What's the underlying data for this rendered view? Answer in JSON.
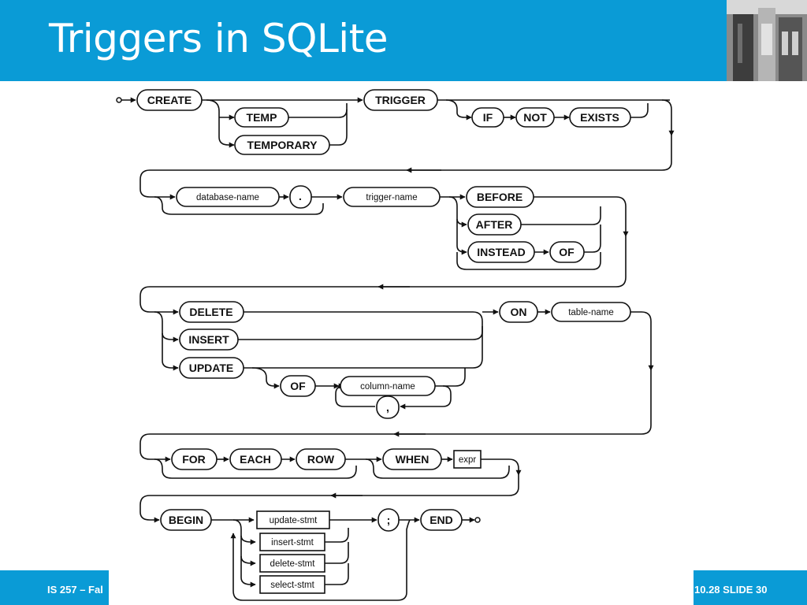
{
  "slide": {
    "title": "Triggers in SQLite",
    "footer_left": "IS 257 – Fal",
    "footer_right": "10.28 SLIDE 30"
  },
  "diagram": {
    "keywords": {
      "create": "CREATE",
      "temp": "TEMP",
      "temporary": "TEMPORARY",
      "trigger": "TRIGGER",
      "if": "IF",
      "not": "NOT",
      "exists": "EXISTS",
      "dot": ".",
      "before": "BEFORE",
      "after": "AFTER",
      "instead": "INSTEAD",
      "of1": "OF",
      "delete": "DELETE",
      "insert": "INSERT",
      "update": "UPDATE",
      "of2": "OF",
      "comma": ",",
      "on": "ON",
      "for": "FOR",
      "each": "EACH",
      "row": "ROW",
      "when": "WHEN",
      "begin": "BEGIN",
      "semicolon": ";",
      "end": "END"
    },
    "nonterminals": {
      "database_name": "database-name",
      "trigger_name": "trigger-name",
      "table_name": "table-name",
      "column_name": "column-name",
      "expr": "expr",
      "update_stmt": "update-stmt",
      "insert_stmt": "insert-stmt",
      "delete_stmt": "delete-stmt",
      "select_stmt": "select-stmt"
    },
    "colors": {
      "header": "#0a9bd6",
      "line": "#111111"
    }
  }
}
